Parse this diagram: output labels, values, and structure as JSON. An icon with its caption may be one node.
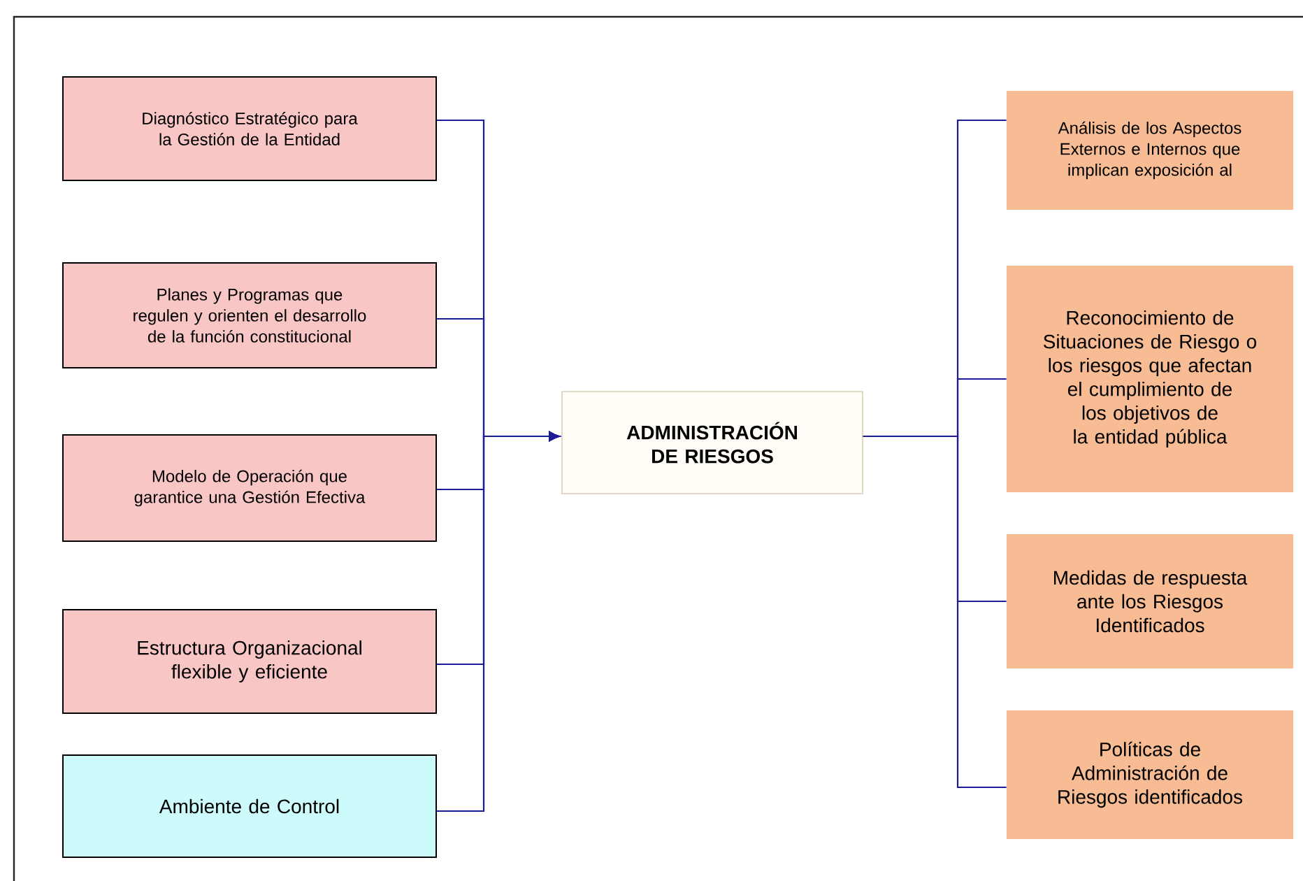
{
  "diagram": {
    "nodes": [
      {
        "text": [
          "Diagnóstico Estratégico para la Gestión de la Entidad"
        ]
      },
      {
        "text": [
          "Planes y Programas que regulen y orienten el desarrollo de la función constitucional"
        ]
      },
      {
        "text": [
          "Modelo de Operación que garantice una Gestión Efectiva"
        ]
      },
      {
        "text": [
          "Estructura Organizacional flexible y eficiente"
        ]
      },
      {
        "text": [
          "Ambiente de Control"
        ]
      },
      {
        "text": [
          "ADMINISTRACIÓN DE RIESGOS"
        ]
      },
      {
        "text": [
          "Análisis de los Aspectos Externos e Internos que implican exposición al"
        ]
      },
      {
        "text": [
          "Reconocimiento de Situaciones de Riesgo o los riesgos que afectan el cumplimiento de los objetivos de la entidad pública"
        ]
      },
      {
        "text": [
          "Medidas de respuesta ante los Riesgos Identificados"
        ]
      },
      {
        "text": [
          "Políticas de Administración de Riesgos identificados"
        ]
      }
    ],
    "edges": [
      {
        "from": 0,
        "to": 5,
        "arrow": "to"
      },
      {
        "from": 1,
        "to": 5,
        "arrow": "to"
      },
      {
        "from": 2,
        "to": 5,
        "arrow": "to"
      },
      {
        "from": 3,
        "to": 5,
        "arrow": "to"
      },
      {
        "from": 4,
        "to": 5,
        "arrow": "to"
      },
      {
        "from": 5,
        "to": 6,
        "arrow": "none"
      },
      {
        "from": 5,
        "to": 7,
        "arrow": "none"
      },
      {
        "from": 5,
        "to": 8,
        "arrow": "none"
      },
      {
        "from": 5,
        "to": 9,
        "arrow": "none"
      }
    ]
  }
}
